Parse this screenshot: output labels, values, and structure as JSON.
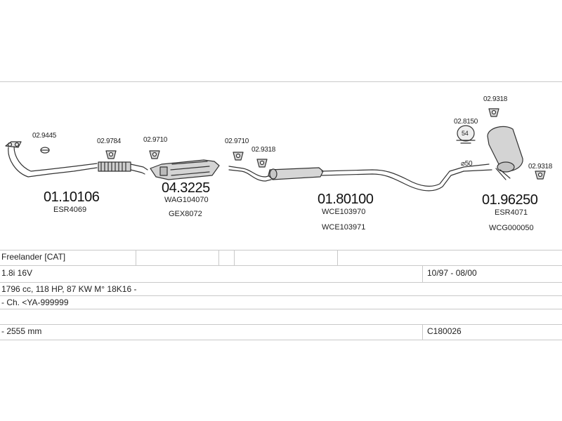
{
  "parts": {
    "p1_main": "01.10106",
    "p1_sub": "ESR4069",
    "p1_clamp": "02.9445",
    "p1_gasket": "02.9784",
    "p2_main": "04.3225",
    "p2_sub1": "WAG104070",
    "p2_sub2": "GEX8072",
    "p2_gasket": "02.9710",
    "p3_main": "01.80100",
    "p3_sub1": "WCE103970",
    "p3_sub2": "WCE103971",
    "p3_gasket": "02.9710",
    "p3_ring": "02.9318",
    "p4_main": "01.96250",
    "p4_sub1": "ESR4071",
    "p4_sub2": "WCG000050",
    "p4_hanger_top": "02.9318",
    "p4_clamp": "02.8150",
    "p4_clamp_size": "54",
    "p4_hanger_right": "02.9318",
    "p4_pipe_size": "⌀50"
  },
  "table": {
    "model": "Freelander  [CAT]",
    "engine": "1.8i 16V",
    "years": "10/97 - 08/00",
    "spec": "1796 cc, 118 HP, 87 KW M° 18K16 -",
    "chassis": "- Ch. <YA-999999",
    "wheelbase": "- 2555 mm",
    "code": "C180026"
  }
}
